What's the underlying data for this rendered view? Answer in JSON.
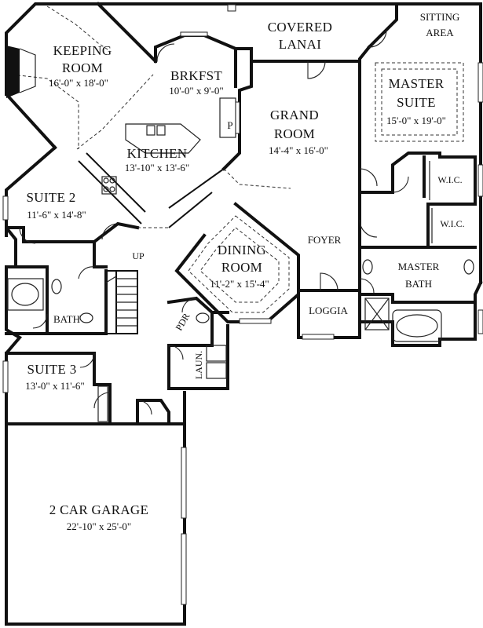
{
  "rooms": {
    "keeping": {
      "name1": "KEEPING",
      "name2": "ROOM",
      "dim": "16'-0\" x 18'-0\""
    },
    "brkfst": {
      "name": "BRKFST",
      "dim": "10'-0\" x 9'-0\""
    },
    "lanai": {
      "name1": "COVERED",
      "name2": "LANAI"
    },
    "sitting": {
      "name1": "SITTING",
      "name2": "AREA"
    },
    "master_suite": {
      "name1": "MASTER",
      "name2": "SUITE",
      "dim": "15'-0\" x 19'-0\""
    },
    "grand": {
      "name1": "GRAND",
      "name2": "ROOM",
      "dim": "14'-4\" x 16'-0\""
    },
    "kitchen": {
      "name": "KITCHEN",
      "dim": "13'-10\" x 13'-6\""
    },
    "pantry": {
      "name": "P"
    },
    "suite2": {
      "name": "SUITE 2",
      "dim": "11'-6\" x 14'-8\""
    },
    "up": {
      "name": "UP"
    },
    "dining": {
      "name1": "DINING",
      "name2": "ROOM",
      "dim": "11'-2\" x 15'-4\""
    },
    "foyer": {
      "name": "FOYER"
    },
    "wic1": {
      "name": "W.I.C."
    },
    "wic2": {
      "name": "W.I.C."
    },
    "master_bath": {
      "name1": "MASTER",
      "name2": "BATH"
    },
    "bath": {
      "name": "BATH"
    },
    "pdr": {
      "name": "PDR"
    },
    "loggia": {
      "name": "LOGGIA"
    },
    "laun": {
      "name": "LAUN."
    },
    "suite3": {
      "name": "SUITE 3",
      "dim": "13'-0\" x 11'-6\""
    },
    "garage": {
      "name": "2 CAR GARAGE",
      "dim": "22'-10\" x 25'-0\""
    }
  }
}
